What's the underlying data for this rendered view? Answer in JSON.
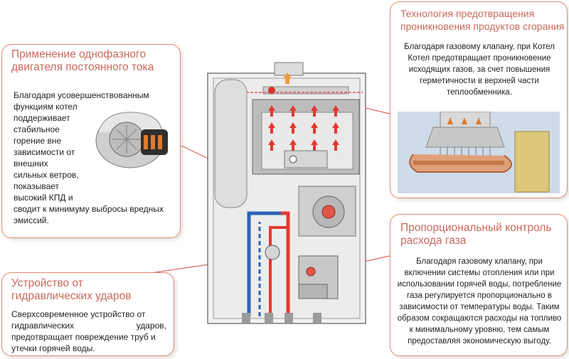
{
  "cards": {
    "motor": {
      "title_lines": [
        "Применение однофазного",
        "двигателя постоянного тока"
      ],
      "text_lines": [
        "Благодаря  усовершенствованным",
        "функциям котел",
        "поддерживает",
        "стабильное",
        "горение вне",
        "зависимости от",
        "внешних",
        "сильных ветров,",
        "показывает",
        "высокий КПД и",
        "сводит к минимуму выбросы вредных",
        "эмиссий."
      ]
    },
    "hydro": {
      "title_lines": [
        "Устройство от",
        "гидравлических ударов"
      ],
      "text_lines": [
        "Сверхсовременное устройство от",
        "гидравлических ударов,",
        "предотвращает повреждение труб и",
        "утечки горячей воды."
      ]
    },
    "tech": {
      "title_lines": [
        "Технология предотвращения",
        "проникновения  продуктов сгорания"
      ],
      "text_lines": [
        "Благодаря газовому клапану, при Котел",
        "Котел предотвращает проникновение",
        "исходящих газов, за счет повышения",
        "герметичности в верхней части",
        "теплообменника."
      ]
    },
    "gas": {
      "title_lines": [
        "Пропорциональный контроль",
        "расхода газа"
      ],
      "text_lines": [
        "Благодаря газовому клапану, при",
        "включении системы отопления или при",
        "использовании горячей воды, потребление",
        "газа регулируется пропорционально в",
        "зависимости от температуры воды. Таким",
        "образом сокращаются расходы на топливо",
        "к минимальному уровню, тем самым",
        "предоставляя экономическую выгоду."
      ]
    }
  },
  "colors": {
    "border": "#e58a6e",
    "title": "#c9685c",
    "connector": "#e0645a",
    "hot": "#e03a2e",
    "cold": "#2d63b8"
  },
  "icons": [
    "motor-fan-icon",
    "heat-exchanger-icon",
    "boiler-diagram"
  ]
}
